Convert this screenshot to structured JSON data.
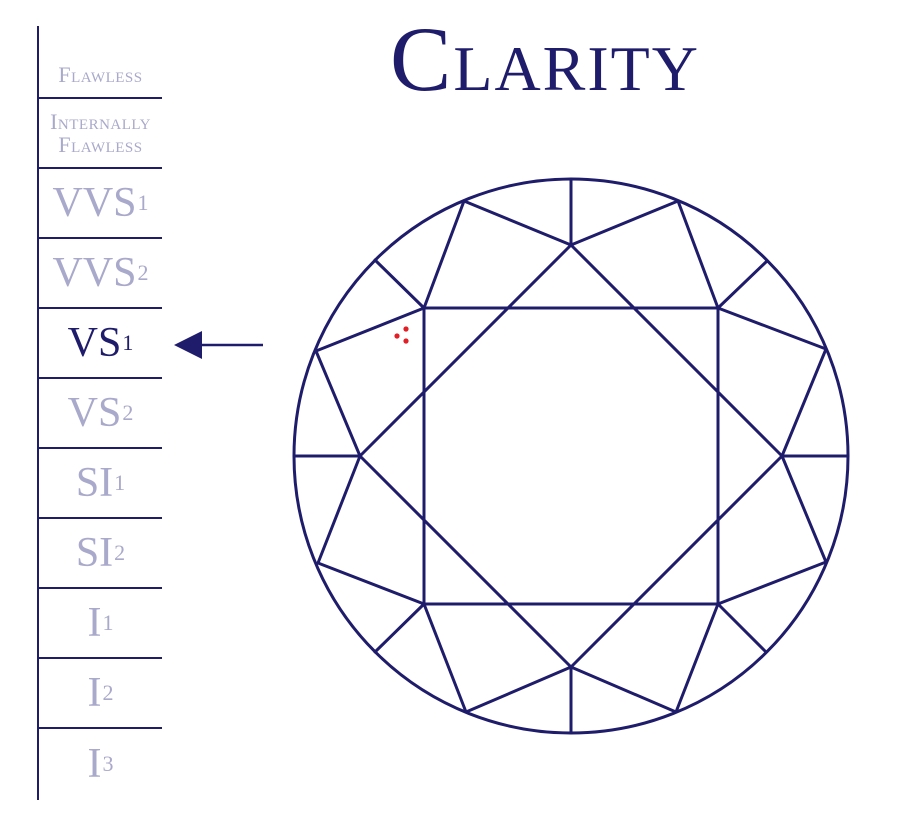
{
  "title": "Clarity",
  "scale": {
    "grades": [
      {
        "label": "Flawless",
        "sub": "",
        "style": "small"
      },
      {
        "label": "Internally Flawless",
        "sub": "",
        "style": "small"
      },
      {
        "label": "VVS",
        "sub": "1",
        "style": "big"
      },
      {
        "label": "VVS",
        "sub": "2",
        "style": "big"
      },
      {
        "label": "VS",
        "sub": "1",
        "style": "big"
      },
      {
        "label": "VS",
        "sub": "2",
        "style": "big"
      },
      {
        "label": "SI",
        "sub": "1",
        "style": "big"
      },
      {
        "label": "SI",
        "sub": "2",
        "style": "big"
      },
      {
        "label": "I",
        "sub": "1",
        "style": "big"
      },
      {
        "label": "I",
        "sub": "2",
        "style": "big"
      },
      {
        "label": "I",
        "sub": "3",
        "style": "big"
      }
    ],
    "selected_index": 4
  },
  "diagram": {
    "shape": "round-brilliant-top-view",
    "inclusions_count": 3
  },
  "colors": {
    "primary": "#1f1c6b",
    "inactive_grade": "#a9a9cb",
    "inclusion": "#e31e24",
    "background": "#ffffff"
  },
  "icons": {
    "pointer": "left-arrow-icon"
  }
}
